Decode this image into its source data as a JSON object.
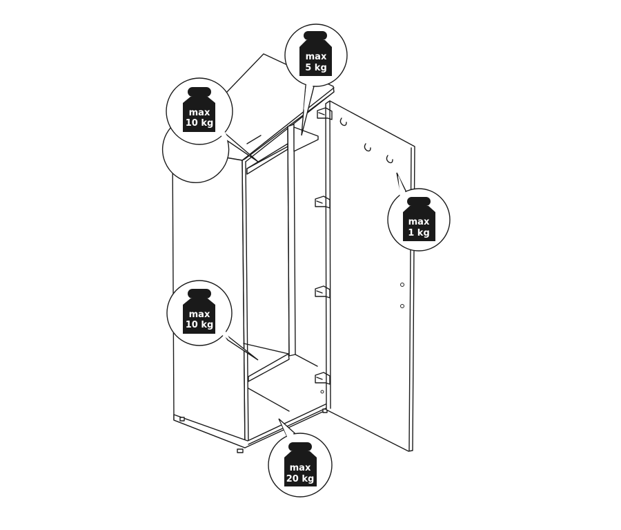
{
  "diagram": {
    "subject": "wardrobe-cabinet-load-limits",
    "callouts": [
      {
        "id": "top-shelf-left",
        "line1": "max",
        "line2": "10 kg"
      },
      {
        "id": "top-shelf-right",
        "line1": "max",
        "line2": "5 kg"
      },
      {
        "id": "door-hooks",
        "line1": "max",
        "line2": "1 kg"
      },
      {
        "id": "lower-shelf",
        "line1": "max",
        "line2": "10 kg"
      },
      {
        "id": "bottom",
        "line1": "max",
        "line2": "20 kg"
      }
    ],
    "colors": {
      "line": "#1a1a1a",
      "weight_fill": "#1a1a1a",
      "background": "#ffffff"
    }
  }
}
